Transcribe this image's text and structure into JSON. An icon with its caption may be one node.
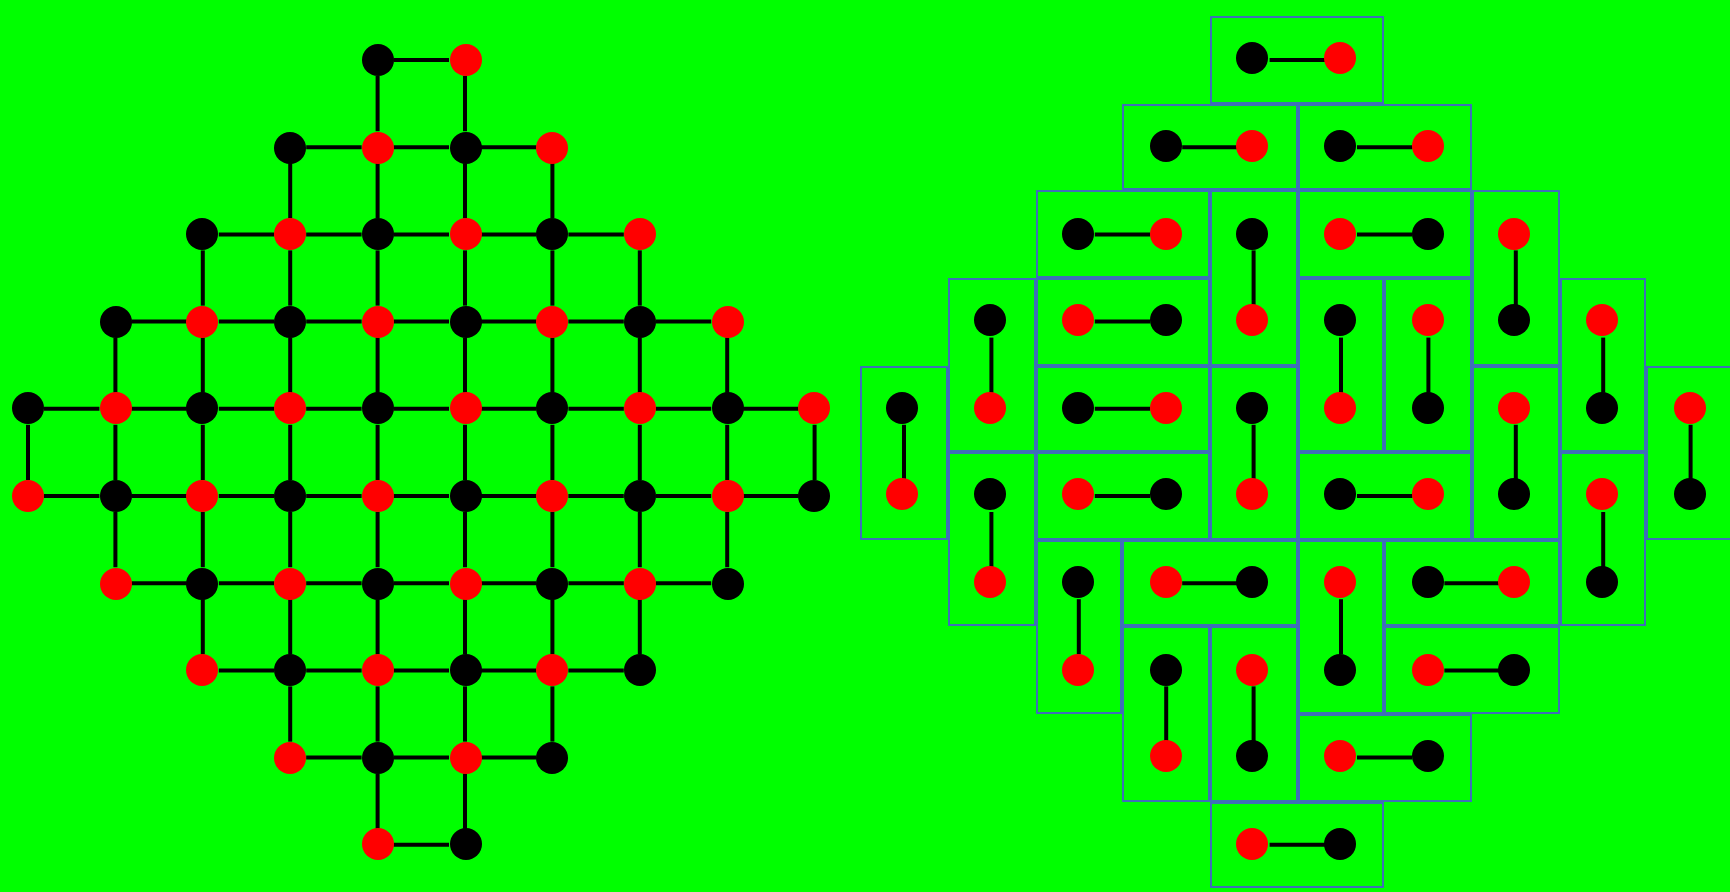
{
  "diagram": {
    "nodes": [
      {
        "text": [],
        "shape": "circle"
      },
      {
        "text": [],
        "shape": "circle"
      },
      {
        "text": [],
        "shape": "circle"
      },
      {
        "text": [],
        "shape": "circle"
      },
      {
        "text": [],
        "shape": "circle"
      },
      {
        "text": [],
        "shape": "circle"
      },
      {
        "text": [],
        "shape": "circle"
      },
      {
        "text": [],
        "shape": "circle"
      },
      {
        "text": [],
        "shape": "circle"
      },
      {
        "text": [],
        "shape": "circle"
      },
      {
        "text": [],
        "shape": "circle"
      },
      {
        "text": [],
        "shape": "circle"
      },
      {
        "text": [],
        "shape": "circle"
      },
      {
        "text": [],
        "shape": "circle"
      },
      {
        "text": [],
        "shape": "circle"
      },
      {
        "text": [],
        "shape": "circle"
      },
      {
        "text": [],
        "shape": "circle"
      },
      {
        "text": [],
        "shape": "circle"
      },
      {
        "text": [],
        "shape": "circle"
      },
      {
        "text": [],
        "shape": "circle"
      },
      {
        "text": [],
        "shape": "circle"
      },
      {
        "text": [],
        "shape": "circle"
      },
      {
        "text": [],
        "shape": "circle"
      },
      {
        "text": [],
        "shape": "circle"
      },
      {
        "text": [],
        "shape": "circle"
      },
      {
        "text": [],
        "shape": "circle"
      },
      {
        "text": [],
        "shape": "circle"
      },
      {
        "text": [],
        "shape": "circle"
      },
      {
        "text": [],
        "shape": "circle"
      },
      {
        "text": [],
        "shape": "circle"
      },
      {
        "text": [],
        "shape": "circle"
      },
      {
        "text": [],
        "shape": "circle"
      },
      {
        "text": [],
        "shape": "circle"
      },
      {
        "text": [],
        "shape": "circle"
      },
      {
        "text": [],
        "shape": "circle"
      },
      {
        "text": [],
        "shape": "circle"
      },
      {
        "text": [],
        "shape": "circle"
      },
      {
        "text": [],
        "shape": "circle"
      },
      {
        "text": [],
        "shape": "circle"
      },
      {
        "text": [],
        "shape": "circle"
      },
      {
        "text": [],
        "shape": "circle"
      },
      {
        "text": [],
        "shape": "circle"
      },
      {
        "text": [],
        "shape": "circle"
      },
      {
        "text": [],
        "shape": "circle"
      },
      {
        "text": [],
        "shape": "circle"
      },
      {
        "text": [],
        "shape": "circle"
      },
      {
        "text": [],
        "shape": "circle"
      },
      {
        "text": [],
        "shape": "circle"
      },
      {
        "text": [],
        "shape": "circle"
      },
      {
        "text": [],
        "shape": "circle"
      },
      {
        "text": [],
        "shape": "circle"
      },
      {
        "text": [],
        "shape": "circle"
      },
      {
        "text": [],
        "shape": "circle"
      },
      {
        "text": [],
        "shape": "circle"
      },
      {
        "text": [],
        "shape": "circle"
      },
      {
        "text": [],
        "shape": "circle"
      },
      {
        "text": [],
        "shape": "circle"
      },
      {
        "text": [],
        "shape": "circle"
      },
      {
        "text": [],
        "shape": "circle"
      },
      {
        "text": [],
        "shape": "circle"
      },
      {
        "text": [],
        "shape": "box"
      },
      {
        "text": [],
        "shape": "circle",
        "in": 60
      },
      {
        "text": [],
        "shape": "circle",
        "in": 60
      },
      {
        "text": [],
        "shape": "box"
      },
      {
        "text": [],
        "shape": "circle",
        "in": 63
      },
      {
        "text": [],
        "shape": "circle",
        "in": 63
      },
      {
        "text": [],
        "shape": "box"
      },
      {
        "text": [],
        "shape": "circle",
        "in": 66
      },
      {
        "text": [],
        "shape": "circle",
        "in": 66
      },
      {
        "text": [],
        "shape": "box"
      },
      {
        "text": [],
        "shape": "circle",
        "in": 69
      },
      {
        "text": [],
        "shape": "circle",
        "in": 69
      },
      {
        "text": [],
        "shape": "box"
      },
      {
        "text": [],
        "shape": "circle",
        "in": 72
      },
      {
        "text": [],
        "shape": "circle",
        "in": 72
      },
      {
        "text": [],
        "shape": "box"
      },
      {
        "text": [],
        "shape": "circle",
        "in": 75
      },
      {
        "text": [],
        "shape": "circle",
        "in": 75
      },
      {
        "text": [],
        "shape": "box"
      },
      {
        "text": [],
        "shape": "circle",
        "in": 78
      },
      {
        "text": [],
        "shape": "circle",
        "in": 78
      },
      {
        "text": [],
        "shape": "box"
      },
      {
        "text": [],
        "shape": "circle",
        "in": 81
      },
      {
        "text": [],
        "shape": "circle",
        "in": 81
      },
      {
        "text": [],
        "shape": "box"
      },
      {
        "text": [],
        "shape": "circle",
        "in": 84
      },
      {
        "text": [],
        "shape": "circle",
        "in": 84
      },
      {
        "text": [],
        "shape": "box"
      },
      {
        "text": [],
        "shape": "circle",
        "in": 87
      },
      {
        "text": [],
        "shape": "circle",
        "in": 87
      },
      {
        "text": [],
        "shape": "box"
      },
      {
        "text": [],
        "shape": "circle",
        "in": 90
      },
      {
        "text": [],
        "shape": "circle",
        "in": 90
      },
      {
        "text": [],
        "shape": "box"
      },
      {
        "text": [],
        "shape": "circle",
        "in": 93
      },
      {
        "text": [],
        "shape": "circle",
        "in": 93
      },
      {
        "text": [],
        "shape": "box"
      },
      {
        "text": [],
        "shape": "circle",
        "in": 96
      },
      {
        "text": [],
        "shape": "circle",
        "in": 96
      },
      {
        "text": [],
        "shape": "box"
      },
      {
        "text": [],
        "shape": "circle",
        "in": 99
      },
      {
        "text": [],
        "shape": "circle",
        "in": 99
      },
      {
        "text": [],
        "shape": "box"
      },
      {
        "text": [],
        "shape": "circle",
        "in": 102
      },
      {
        "text": [],
        "shape": "circle",
        "in": 102
      },
      {
        "text": [],
        "shape": "box"
      },
      {
        "text": [],
        "shape": "circle",
        "in": 105
      },
      {
        "text": [],
        "shape": "circle",
        "in": 105
      },
      {
        "text": [],
        "shape": "box"
      },
      {
        "text": [],
        "shape": "circle",
        "in": 108
      },
      {
        "text": [],
        "shape": "circle",
        "in": 108
      },
      {
        "text": [],
        "shape": "box"
      },
      {
        "text": [],
        "shape": "circle",
        "in": 111
      },
      {
        "text": [],
        "shape": "circle",
        "in": 111
      },
      {
        "text": [],
        "shape": "box"
      },
      {
        "text": [],
        "shape": "circle",
        "in": 114
      },
      {
        "text": [],
        "shape": "circle",
        "in": 114
      },
      {
        "text": [],
        "shape": "box"
      },
      {
        "text": [],
        "shape": "circle",
        "in": 117
      },
      {
        "text": [],
        "shape": "circle",
        "in": 117
      },
      {
        "text": [],
        "shape": "box"
      },
      {
        "text": [],
        "shape": "circle",
        "in": 120
      },
      {
        "text": [],
        "shape": "circle",
        "in": 120
      },
      {
        "text": [],
        "shape": "box"
      },
      {
        "text": [],
        "shape": "circle",
        "in": 123
      },
      {
        "text": [],
        "shape": "circle",
        "in": 123
      },
      {
        "text": [],
        "shape": "box"
      },
      {
        "text": [],
        "shape": "circle",
        "in": 126
      },
      {
        "text": [],
        "shape": "circle",
        "in": 126
      },
      {
        "text": [],
        "shape": "box"
      },
      {
        "text": [],
        "shape": "circle",
        "in": 129
      },
      {
        "text": [],
        "shape": "circle",
        "in": 129
      },
      {
        "text": [],
        "shape": "box"
      },
      {
        "text": [],
        "shape": "circle",
        "in": 132
      },
      {
        "text": [],
        "shape": "circle",
        "in": 132
      },
      {
        "text": [],
        "shape": "box"
      },
      {
        "text": [],
        "shape": "circle",
        "in": 135
      },
      {
        "text": [],
        "shape": "circle",
        "in": 135
      },
      {
        "text": [],
        "shape": "box"
      },
      {
        "text": [],
        "shape": "circle",
        "in": 138
      },
      {
        "text": [],
        "shape": "circle",
        "in": 138
      },
      {
        "text": [],
        "shape": "box"
      },
      {
        "text": [],
        "shape": "circle",
        "in": 141
      },
      {
        "text": [],
        "shape": "circle",
        "in": 141
      },
      {
        "text": [],
        "shape": "box"
      },
      {
        "text": [],
        "shape": "circle",
        "in": 144
      },
      {
        "text": [],
        "shape": "circle",
        "in": 144
      },
      {
        "text": [],
        "shape": "box"
      },
      {
        "text": [],
        "shape": "circle",
        "in": 147
      },
      {
        "text": [],
        "shape": "circle",
        "in": 147
      }
    ],
    "edges": [
      {
        "from": 0,
        "to": 1,
        "arrow": "none"
      },
      {
        "from": 0,
        "to": 3,
        "arrow": "none"
      },
      {
        "from": 1,
        "to": 4,
        "arrow": "none"
      },
      {
        "from": 2,
        "to": 3,
        "arrow": "none"
      },
      {
        "from": 3,
        "to": 4,
        "arrow": "none"
      },
      {
        "from": 4,
        "to": 5,
        "arrow": "none"
      },
      {
        "from": 2,
        "to": 7,
        "arrow": "none"
      },
      {
        "from": 3,
        "to": 8,
        "arrow": "none"
      },
      {
        "from": 4,
        "to": 9,
        "arrow": "none"
      },
      {
        "from": 5,
        "to": 10,
        "arrow": "none"
      },
      {
        "from": 6,
        "to": 7,
        "arrow": "none"
      },
      {
        "from": 7,
        "to": 8,
        "arrow": "none"
      },
      {
        "from": 8,
        "to": 9,
        "arrow": "none"
      },
      {
        "from": 9,
        "to": 10,
        "arrow": "none"
      },
      {
        "from": 10,
        "to": 11,
        "arrow": "none"
      },
      {
        "from": 6,
        "to": 13,
        "arrow": "none"
      },
      {
        "from": 7,
        "to": 14,
        "arrow": "none"
      },
      {
        "from": 8,
        "to": 15,
        "arrow": "none"
      },
      {
        "from": 9,
        "to": 16,
        "arrow": "none"
      },
      {
        "from": 10,
        "to": 17,
        "arrow": "none"
      },
      {
        "from": 11,
        "to": 18,
        "arrow": "none"
      },
      {
        "from": 12,
        "to": 13,
        "arrow": "none"
      },
      {
        "from": 13,
        "to": 14,
        "arrow": "none"
      },
      {
        "from": 14,
        "to": 15,
        "arrow": "none"
      },
      {
        "from": 15,
        "to": 16,
        "arrow": "none"
      },
      {
        "from": 16,
        "to": 17,
        "arrow": "none"
      },
      {
        "from": 17,
        "to": 18,
        "arrow": "none"
      },
      {
        "from": 18,
        "to": 19,
        "arrow": "none"
      },
      {
        "from": 12,
        "to": 21,
        "arrow": "none"
      },
      {
        "from": 13,
        "to": 22,
        "arrow": "none"
      },
      {
        "from": 14,
        "to": 23,
        "arrow": "none"
      },
      {
        "from": 15,
        "to": 24,
        "arrow": "none"
      },
      {
        "from": 16,
        "to": 25,
        "arrow": "none"
      },
      {
        "from": 17,
        "to": 26,
        "arrow": "none"
      },
      {
        "from": 18,
        "to": 27,
        "arrow": "none"
      },
      {
        "from": 19,
        "to": 28,
        "arrow": "none"
      },
      {
        "from": 20,
        "to": 21,
        "arrow": "none"
      },
      {
        "from": 21,
        "to": 22,
        "arrow": "none"
      },
      {
        "from": 22,
        "to": 23,
        "arrow": "none"
      },
      {
        "from": 23,
        "to": 24,
        "arrow": "none"
      },
      {
        "from": 24,
        "to": 25,
        "arrow": "none"
      },
      {
        "from": 25,
        "to": 26,
        "arrow": "none"
      },
      {
        "from": 26,
        "to": 27,
        "arrow": "none"
      },
      {
        "from": 27,
        "to": 28,
        "arrow": "none"
      },
      {
        "from": 28,
        "to": 29,
        "arrow": "none"
      },
      {
        "from": 20,
        "to": 30,
        "arrow": "none"
      },
      {
        "from": 21,
        "to": 31,
        "arrow": "none"
      },
      {
        "from": 22,
        "to": 32,
        "arrow": "none"
      },
      {
        "from": 23,
        "to": 33,
        "arrow": "none"
      },
      {
        "from": 24,
        "to": 34,
        "arrow": "none"
      },
      {
        "from": 25,
        "to": 35,
        "arrow": "none"
      },
      {
        "from": 26,
        "to": 36,
        "arrow": "none"
      },
      {
        "from": 27,
        "to": 37,
        "arrow": "none"
      },
      {
        "from": 28,
        "to": 38,
        "arrow": "none"
      },
      {
        "from": 29,
        "to": 39,
        "arrow": "none"
      },
      {
        "from": 30,
        "to": 31,
        "arrow": "none"
      },
      {
        "from": 31,
        "to": 32,
        "arrow": "none"
      },
      {
        "from": 32,
        "to": 33,
        "arrow": "none"
      },
      {
        "from": 33,
        "to": 34,
        "arrow": "none"
      },
      {
        "from": 34,
        "to": 35,
        "arrow": "none"
      },
      {
        "from": 35,
        "to": 36,
        "arrow": "none"
      },
      {
        "from": 36,
        "to": 37,
        "arrow": "none"
      },
      {
        "from": 37,
        "to": 38,
        "arrow": "none"
      },
      {
        "from": 38,
        "to": 39,
        "arrow": "none"
      },
      {
        "from": 31,
        "to": 40,
        "arrow": "none"
      },
      {
        "from": 32,
        "to": 41,
        "arrow": "none"
      },
      {
        "from": 33,
        "to": 42,
        "arrow": "none"
      },
      {
        "from": 34,
        "to": 43,
        "arrow": "none"
      },
      {
        "from": 35,
        "to": 44,
        "arrow": "none"
      },
      {
        "from": 36,
        "to": 45,
        "arrow": "none"
      },
      {
        "from": 37,
        "to": 46,
        "arrow": "none"
      },
      {
        "from": 38,
        "to": 47,
        "arrow": "none"
      },
      {
        "from": 40,
        "to": 41,
        "arrow": "none"
      },
      {
        "from": 41,
        "to": 42,
        "arrow": "none"
      },
      {
        "from": 42,
        "to": 43,
        "arrow": "none"
      },
      {
        "from": 43,
        "to": 44,
        "arrow": "none"
      },
      {
        "from": 44,
        "to": 45,
        "arrow": "none"
      },
      {
        "from": 45,
        "to": 46,
        "arrow": "none"
      },
      {
        "from": 46,
        "to": 47,
        "arrow": "none"
      },
      {
        "from": 41,
        "to": 48,
        "arrow": "none"
      },
      {
        "from": 42,
        "to": 49,
        "arrow": "none"
      },
      {
        "from": 43,
        "to": 50,
        "arrow": "none"
      },
      {
        "from": 44,
        "to": 51,
        "arrow": "none"
      },
      {
        "from": 45,
        "to": 52,
        "arrow": "none"
      },
      {
        "from": 46,
        "to": 53,
        "arrow": "none"
      },
      {
        "from": 48,
        "to": 49,
        "arrow": "none"
      },
      {
        "from": 49,
        "to": 50,
        "arrow": "none"
      },
      {
        "from": 50,
        "to": 51,
        "arrow": "none"
      },
      {
        "from": 51,
        "to": 52,
        "arrow": "none"
      },
      {
        "from": 52,
        "to": 53,
        "arrow": "none"
      },
      {
        "from": 49,
        "to": 54,
        "arrow": "none"
      },
      {
        "from": 50,
        "to": 55,
        "arrow": "none"
      },
      {
        "from": 51,
        "to": 56,
        "arrow": "none"
      },
      {
        "from": 52,
        "to": 57,
        "arrow": "none"
      },
      {
        "from": 54,
        "to": 55,
        "arrow": "none"
      },
      {
        "from": 55,
        "to": 56,
        "arrow": "none"
      },
      {
        "from": 56,
        "to": 57,
        "arrow": "none"
      },
      {
        "from": 55,
        "to": 58,
        "arrow": "none"
      },
      {
        "from": 56,
        "to": 59,
        "arrow": "none"
      },
      {
        "from": 58,
        "to": 59,
        "arrow": "none"
      },
      {
        "from": 61,
        "to": 62,
        "arrow": "none"
      },
      {
        "from": 64,
        "to": 65,
        "arrow": "none"
      },
      {
        "from": 67,
        "to": 68,
        "arrow": "none"
      },
      {
        "from": 70,
        "to": 71,
        "arrow": "none"
      },
      {
        "from": 73,
        "to": 74,
        "arrow": "none"
      },
      {
        "from": 76,
        "to": 77,
        "arrow": "none"
      },
      {
        "from": 79,
        "to": 80,
        "arrow": "none"
      },
      {
        "from": 82,
        "to": 83,
        "arrow": "none"
      },
      {
        "from": 85,
        "to": 86,
        "arrow": "none"
      },
      {
        "from": 88,
        "to": 89,
        "arrow": "none"
      },
      {
        "from": 91,
        "to": 92,
        "arrow": "none"
      },
      {
        "from": 94,
        "to": 95,
        "arrow": "none"
      },
      {
        "from": 97,
        "to": 98,
        "arrow": "none"
      },
      {
        "from": 100,
        "to": 101,
        "arrow": "none"
      },
      {
        "from": 103,
        "to": 104,
        "arrow": "none"
      },
      {
        "from": 106,
        "to": 107,
        "arrow": "none"
      },
      {
        "from": 109,
        "to": 110,
        "arrow": "none"
      },
      {
        "from": 112,
        "to": 113,
        "arrow": "none"
      },
      {
        "from": 115,
        "to": 116,
        "arrow": "none"
      },
      {
        "from": 118,
        "to": 119,
        "arrow": "none"
      },
      {
        "from": 121,
        "to": 122,
        "arrow": "none"
      },
      {
        "from": 124,
        "to": 125,
        "arrow": "none"
      },
      {
        "from": 127,
        "to": 128,
        "arrow": "none"
      },
      {
        "from": 130,
        "to": 131,
        "arrow": "none"
      },
      {
        "from": 133,
        "to": 134,
        "arrow": "none"
      },
      {
        "from": 136,
        "to": 137,
        "arrow": "none"
      },
      {
        "from": 139,
        "to": 140,
        "arrow": "none"
      },
      {
        "from": 142,
        "to": 143,
        "arrow": "none"
      },
      {
        "from": 145,
        "to": 146,
        "arrow": "none"
      },
      {
        "from": 148,
        "to": 149,
        "arrow": "none"
      }
    ]
  }
}
